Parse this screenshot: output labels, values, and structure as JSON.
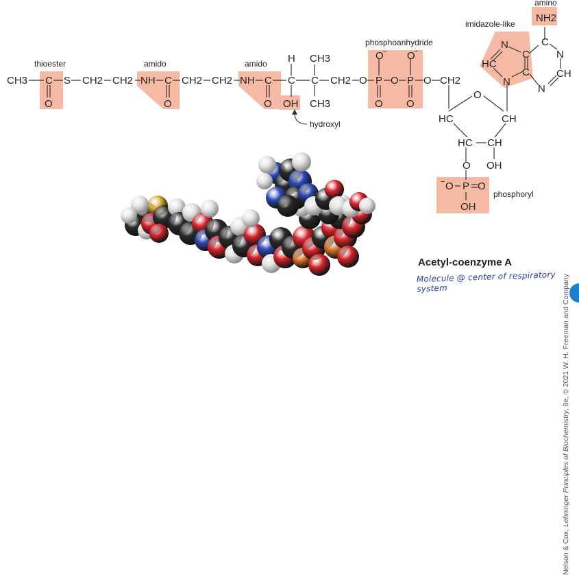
{
  "structure": {
    "atoms": {
      "CH3_left": "CH3",
      "C1": "C",
      "O1": "O",
      "S": "S",
      "CH2_a": "CH2",
      "CH2_b": "CH2",
      "NH_1": "NH",
      "C2": "C",
      "O2": "O",
      "CH2_c": "CH2",
      "CH2_d": "CH2",
      "NH_2": "NH",
      "C3": "C",
      "O3": "O",
      "C4": "C",
      "H_top": "H",
      "OH_hydroxyl": "OH",
      "C5": "C",
      "CH3_top": "CH3",
      "CH3_bottom": "CH3",
      "CH2_e": "CH2",
      "O_ester": "O",
      "P1": "P",
      "O_minus_1": "O",
      "O_p1_bottom": "O",
      "O_bridge": "O",
      "P2": "P",
      "O_minus_2": "O",
      "O_p2_bottom": "O",
      "O_link": "O",
      "CH2_ribose": "CH2",
      "O_ring": "O",
      "HC_left": "HC",
      "CH_right": "CH",
      "HC_bottom": "HC",
      "CH_bottom": "CH",
      "OH_ribose": "OH",
      "O_phos": "O",
      "P3": "P",
      "O_minus_3": "O",
      "O_p3_right": "O",
      "OH_phos": "OH",
      "NH2": "NH2",
      "C_top": "C",
      "N_right": "N",
      "CH_pur": "CH",
      "N_bottom": "N",
      "C_fused_bottom": "C",
      "C_fused_top": "C",
      "N_left_top": "N",
      "HC_pur": "HC",
      "N_nine": "N",
      "minus": "−"
    }
  },
  "group_labels": {
    "thioester": "thioester",
    "amido1": "amido",
    "amido2": "amido",
    "phosphoanhydride": "phosphoanhydride",
    "imidazole": "imidazole-like",
    "amino": "amino",
    "hydroxyl": "hydroxyl",
    "phosphoryl": "phosphoryl"
  },
  "caption": "Acetyl-coenzyme A",
  "annotation": "Molecule @ center of respiratory system",
  "credit": {
    "prefix": "Nelson & Cox, ",
    "title": "Lehninger Principles of Biochemistry",
    "suffix": ", 8e, © 2021 W. H. Freeman and Company"
  },
  "colors": {
    "highlight": "#f6b9a4",
    "carbon": "#2a2a2a",
    "hydrogen": "#e4e4e4",
    "oxygen": "#d7262b",
    "nitrogen": "#2d48b5",
    "sulfur": "#d6b02f",
    "phosphorus": "#e07a2a",
    "annotation_ink": "#2a3aa0"
  }
}
